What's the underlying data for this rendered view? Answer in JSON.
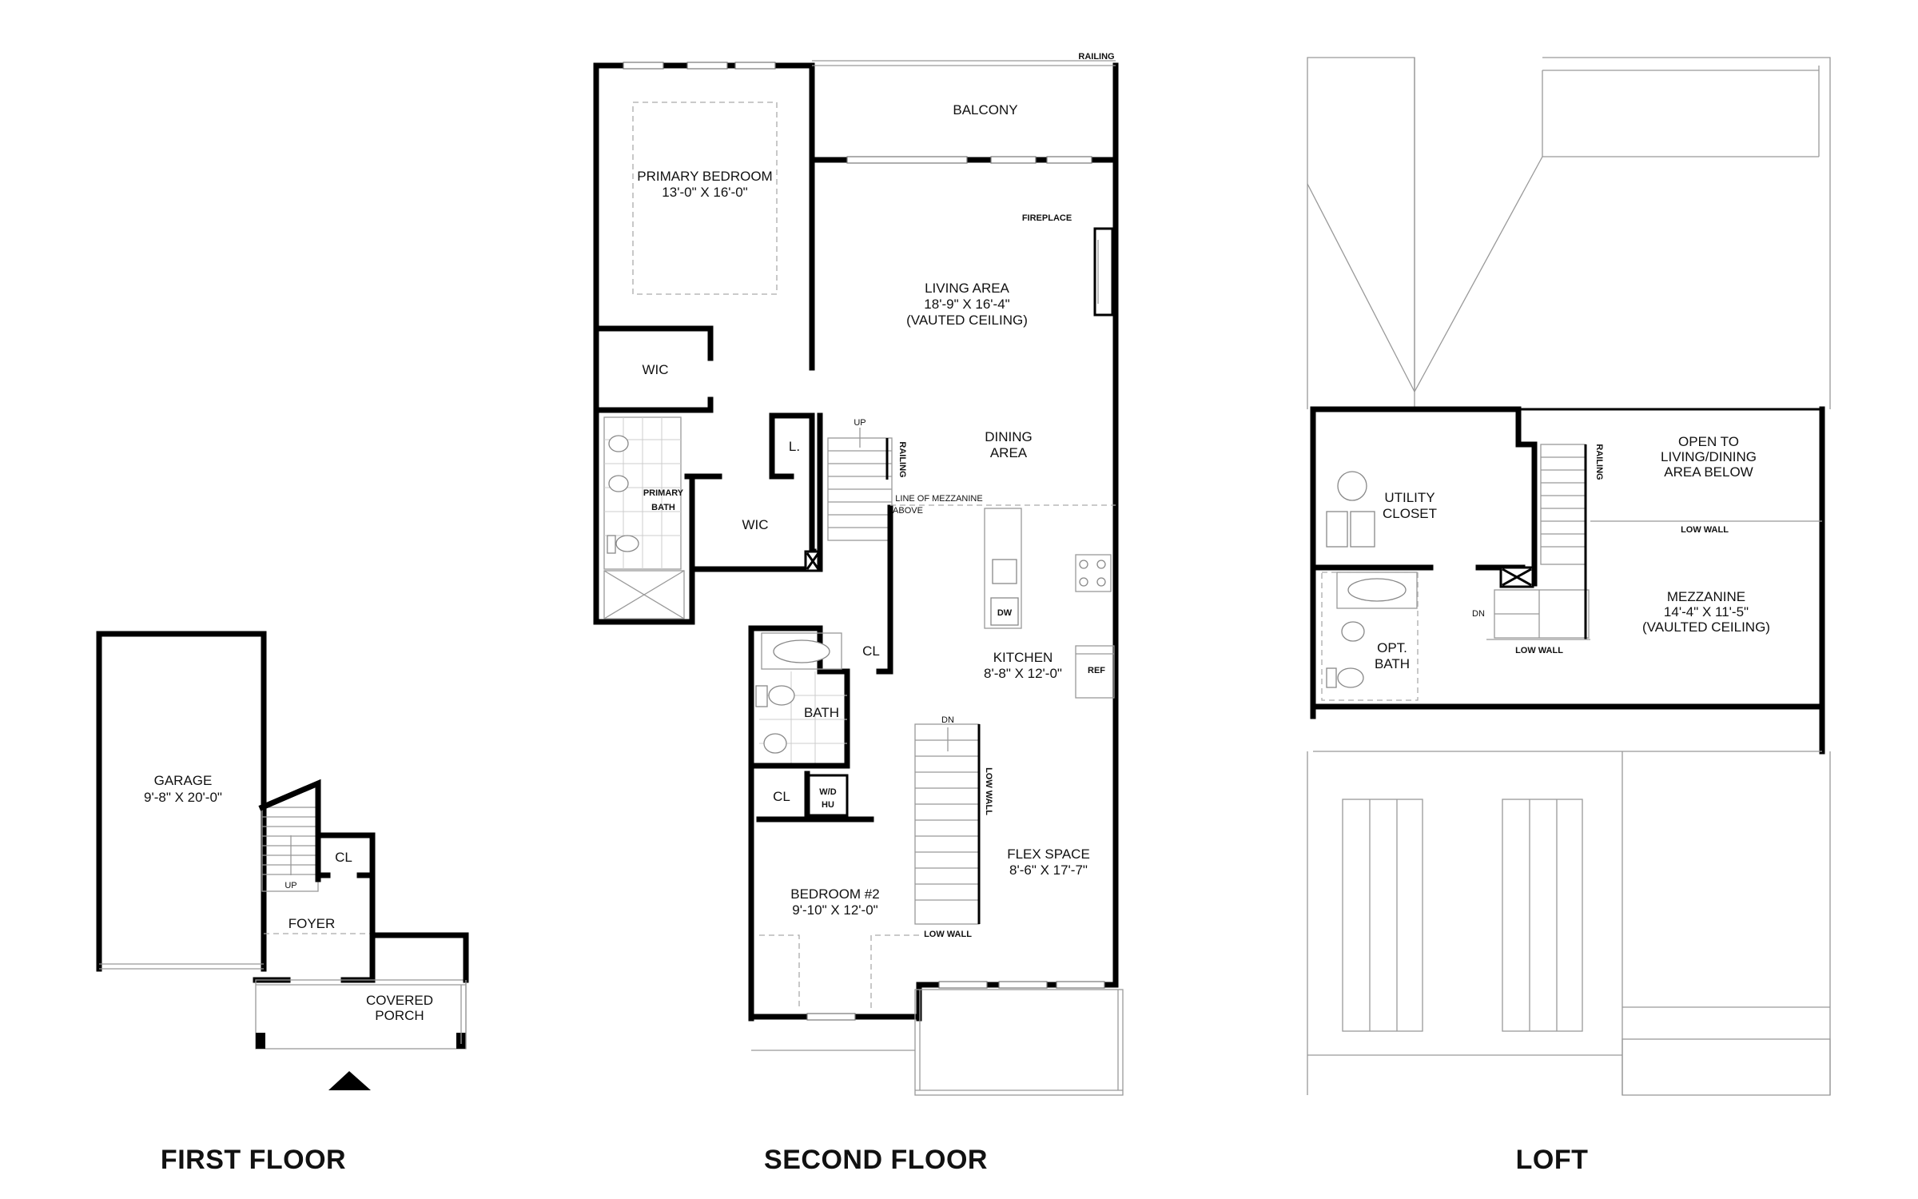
{
  "floors": {
    "first": "FIRST FLOOR",
    "second": "SECOND FLOOR",
    "loft": "LOFT"
  },
  "first_floor": {
    "garage_name": "GARAGE",
    "garage_size": "9'-8\" X 20'-0\"",
    "cl": "CL",
    "up": "UP",
    "foyer": "FOYER",
    "porch_line1": "COVERED",
    "porch_line2": "PORCH"
  },
  "second_floor": {
    "railing_top": "RAILING",
    "balcony": "BALCONY",
    "primary_bedroom_name": "PRIMARY BEDROOM",
    "primary_bedroom_size": "13'-0\" X 16'-0\"",
    "fireplace": "FIREPLACE",
    "living_name": "LIVING AREA",
    "living_size": "18'-9\" X 16'-4\"",
    "living_note": "(VAUTED CEILING)",
    "wic_upper": "WIC",
    "l": "L.",
    "up": "UP",
    "railing_stair": "RAILING",
    "dining_line1": "DINING",
    "dining_line2": "AREA",
    "primary_bath_line1": "PRIMARY",
    "primary_bath_line2": "BATH",
    "wic_lower": "WIC",
    "mezz_line1": "LINE OF MEZZANINE",
    "mezz_line2": "ABOVE",
    "dw": "DW",
    "kitchen_name": "KITCHEN",
    "kitchen_size": "8'-8\" X 12'-0\"",
    "ref": "REF",
    "cl_bath": "CL",
    "bath": "BATH",
    "dn": "DN",
    "low_wall_vertical": "LOW WALL",
    "cl_bed": "CL",
    "wd": "W/D",
    "hu": "HU",
    "flex_name": "FLEX SPACE",
    "flex_size": "8'-6\" X 17'-7\"",
    "bedroom2_name": "BEDROOM #2",
    "bedroom2_size": "9'-10\" X 12'-0\"",
    "low_wall": "LOW WALL"
  },
  "loft": {
    "utility_line1": "UTILITY",
    "utility_line2": "CLOSET",
    "open_line1": "OPEN TO",
    "open_line2": "LIVING/DINING",
    "open_line3": "AREA BELOW",
    "railing": "RAILING",
    "low_wall_top": "LOW WALL",
    "dn": "DN",
    "mezz_name": "MEZZANINE",
    "mezz_size": "14'-4\" X 11'-5\"",
    "mezz_note": "(VAULTED CEILING)",
    "opt_line1": "OPT.",
    "opt_line2": "BATH",
    "low_wall_bottom": "LOW WALL"
  }
}
